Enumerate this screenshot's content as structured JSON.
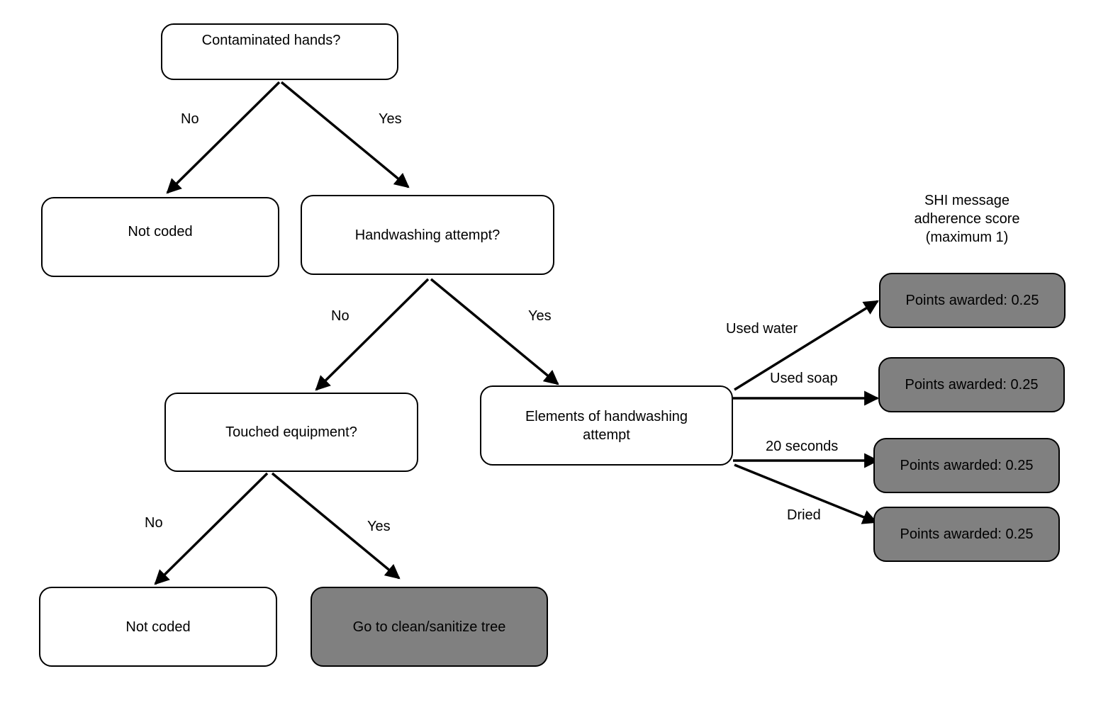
{
  "nodes": {
    "contaminated_hands": "Contaminated hands?",
    "not_coded_1": "Not coded",
    "handwashing_attempt": "Handwashing attempt?",
    "touched_equipment": "Touched equipment?",
    "elements_of_handwashing": "Elements of handwashing attempt",
    "not_coded_2": "Not coded",
    "go_to_clean_sanitize": "Go to clean/sanitize tree",
    "points_water": "Points awarded: 0.25",
    "points_soap": "Points awarded: 0.25",
    "points_seconds": "Points awarded: 0.25",
    "points_dried": "Points awarded: 0.25"
  },
  "edge_labels": {
    "hands_no": "No",
    "hands_yes": "Yes",
    "attempt_no": "No",
    "attempt_yes": "Yes",
    "equipment_no": "No",
    "equipment_yes": "Yes",
    "used_water": "Used water",
    "used_soap": "Used soap",
    "twenty_seconds": "20 seconds",
    "dried": "Dried"
  },
  "score_header": {
    "line1": "SHI message",
    "line2": "adherence score",
    "line3": "(maximum 1)"
  },
  "colors": {
    "terminal_fill": "#808080",
    "node_fill": "#ffffff",
    "stroke": "#000000"
  }
}
